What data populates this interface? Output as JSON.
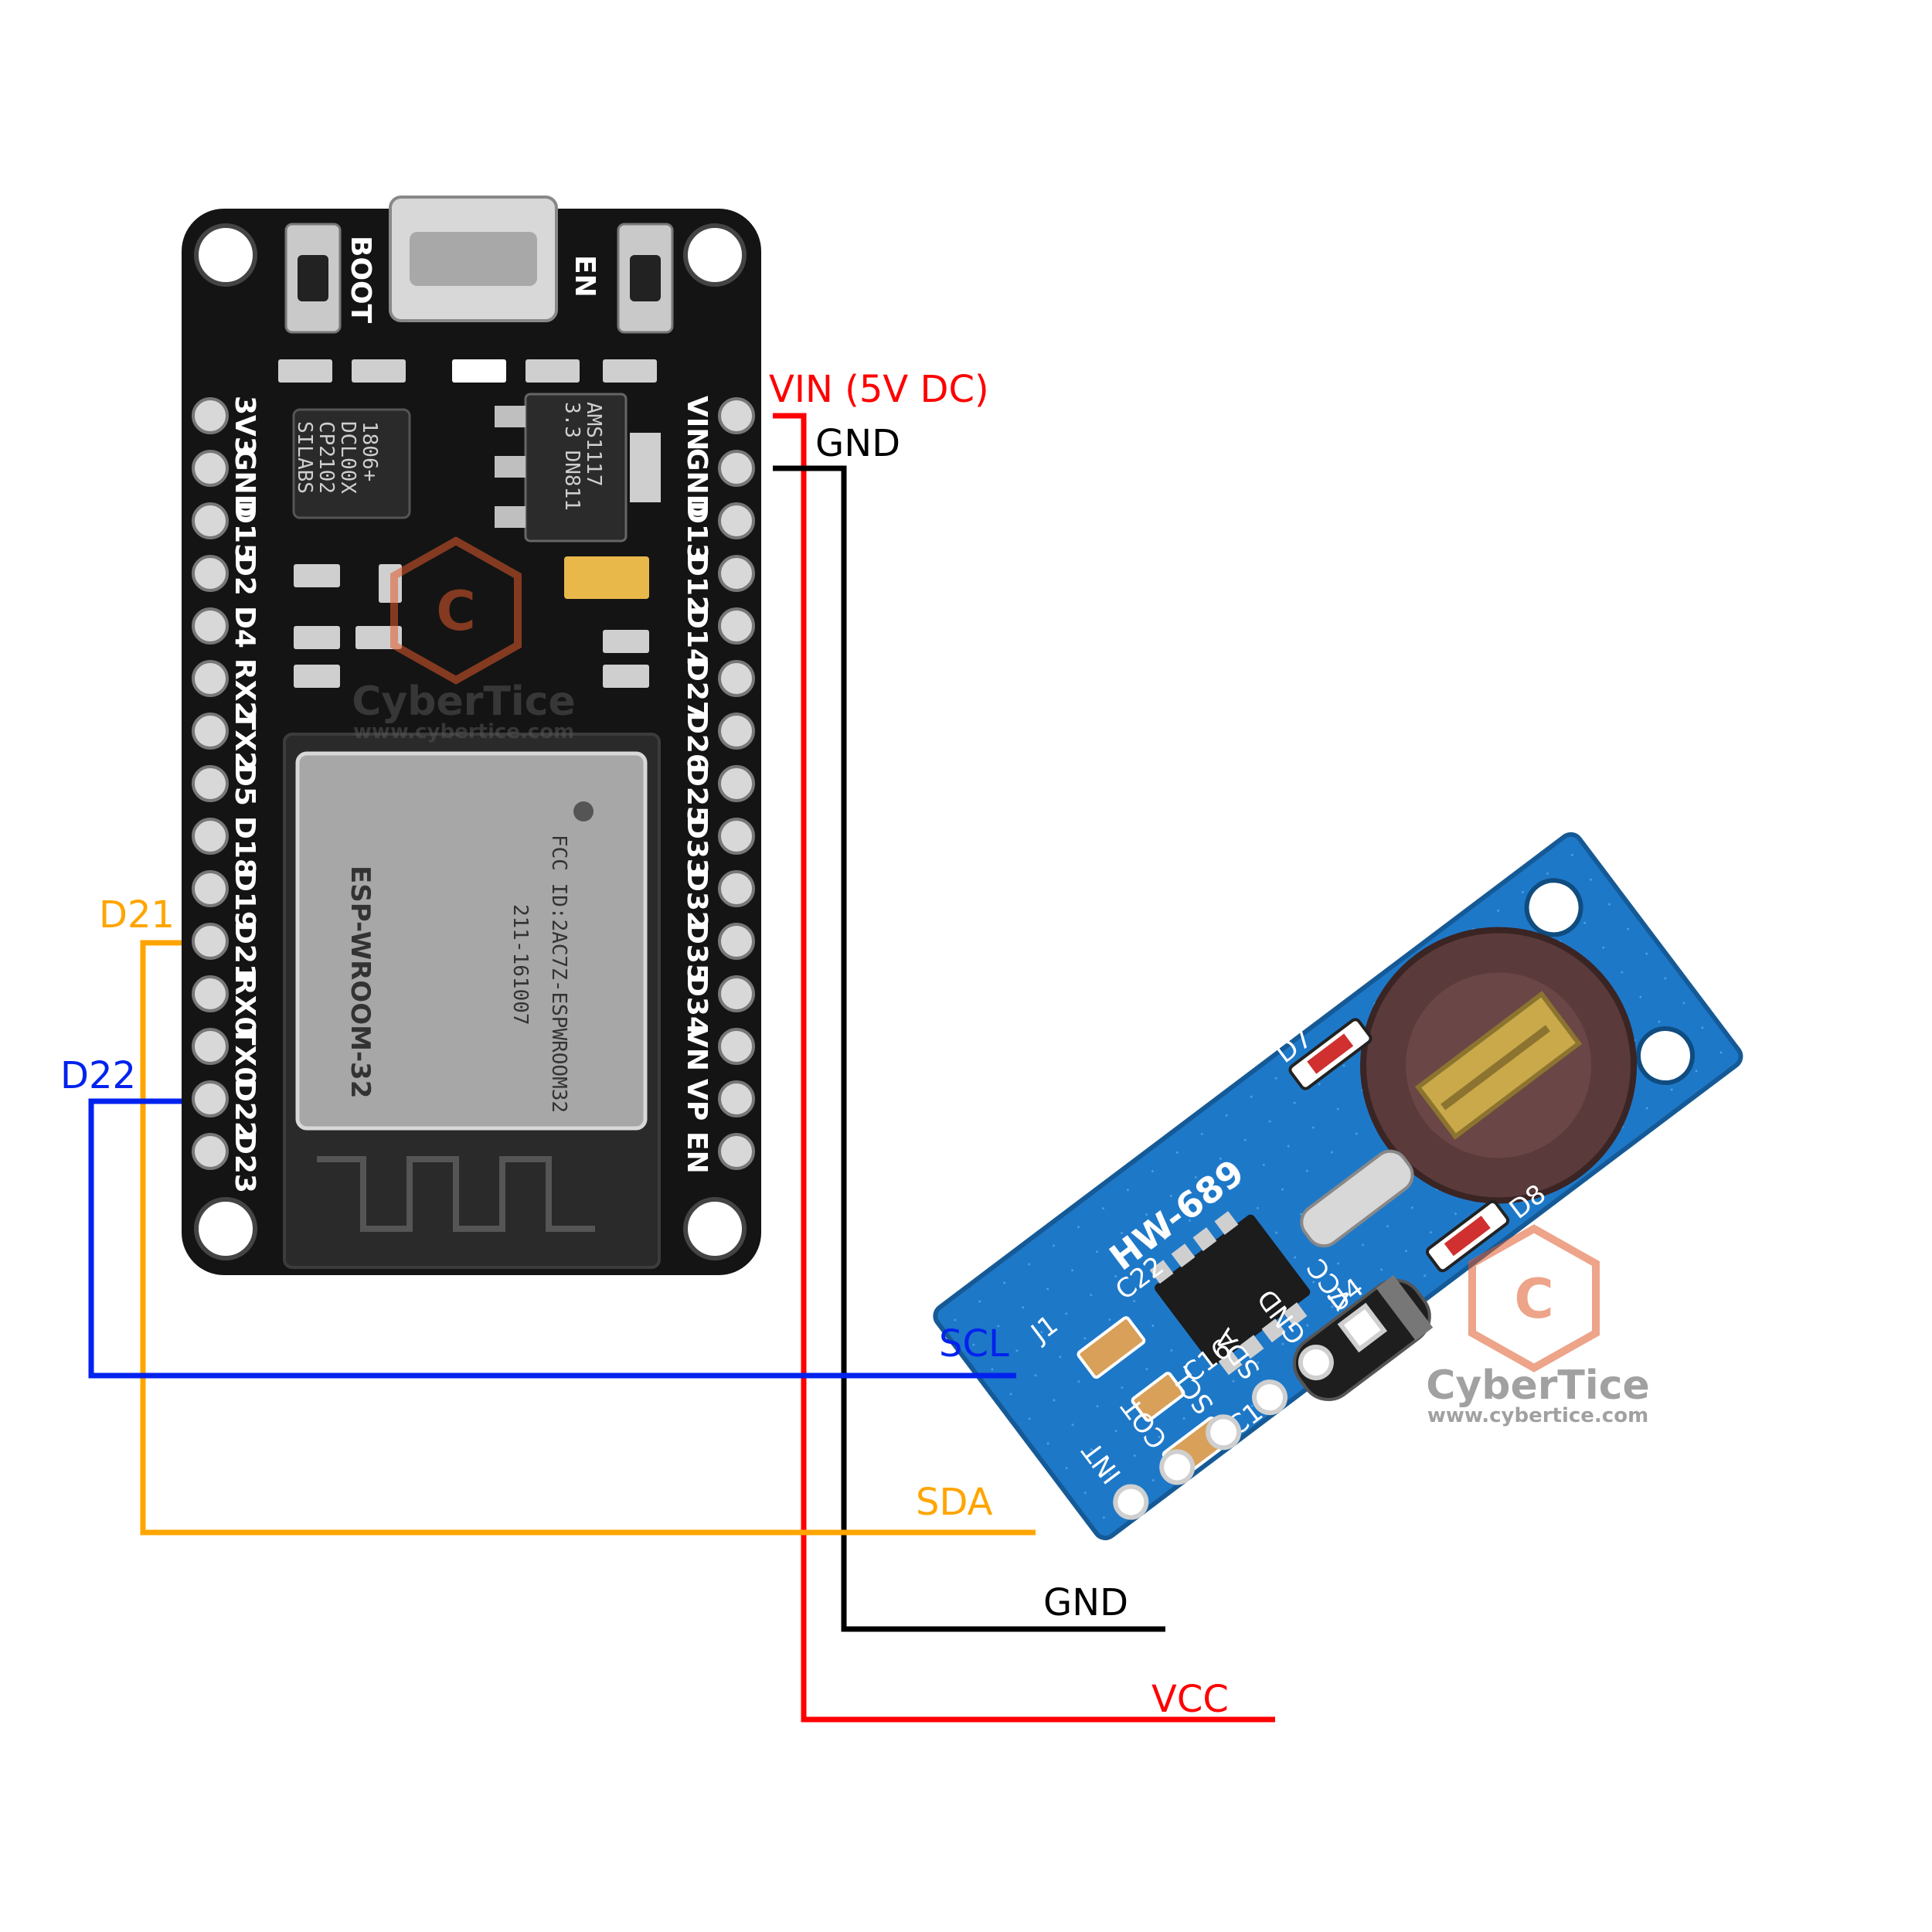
{
  "colors": {
    "vcc": "#ff0000",
    "gnd": "#000000",
    "sda": "#ffa500",
    "scl": "#0022ee",
    "esp_board": "#141414",
    "rtc_board": "#1e78c8"
  },
  "labels": {
    "vin": "VIN (5V DC)",
    "gnd_top": "GND",
    "d21": "D21",
    "d22": "D22",
    "scl": "SCL",
    "sda": "SDA",
    "gnd_bottom": "GND",
    "vcc": "VCC"
  },
  "esp32": {
    "boot": "BOOT",
    "en": "EN",
    "left_pins": [
      "3V3",
      "GND",
      "D15",
      "D2",
      "D4",
      "RX2",
      "TX2",
      "D5",
      "D18",
      "D19",
      "D21",
      "RX0",
      "TX0",
      "D22",
      "D23"
    ],
    "right_pins": [
      "VIN",
      "GND",
      "D13",
      "D12",
      "D14",
      "D27",
      "D26",
      "D25",
      "D33",
      "D32",
      "D35",
      "D34",
      "VN",
      "VP",
      "EN"
    ],
    "usb_chip": [
      "SILABS",
      "CP2102",
      "DCL00X",
      "1806+"
    ],
    "regulator": [
      "AMS1117",
      "3.3  DN811"
    ],
    "module_name": "ESP-WROOM-32",
    "module_fcc": "FCC ID:2AC7Z-ESPWROOM32",
    "module_id": "211-161007"
  },
  "rtc": {
    "model": "HW-689",
    "header": "J1",
    "pins": [
      "INT",
      "COT",
      "SCL",
      "SDA",
      "GND",
      "VCC"
    ],
    "parts": [
      "C22",
      "C16",
      "C10",
      "U4",
      "D7",
      "D8"
    ]
  },
  "watermark": {
    "name": "CyberTice",
    "url": "www.cybertice.com"
  }
}
